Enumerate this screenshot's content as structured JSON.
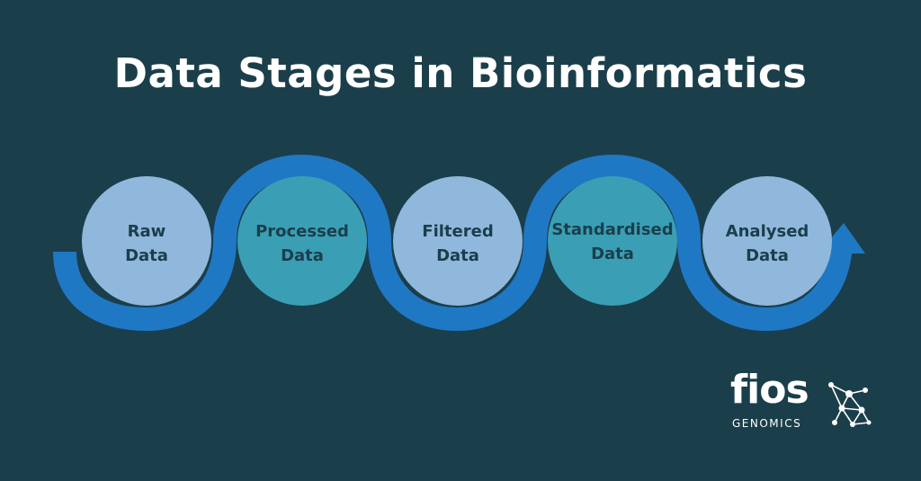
{
  "title": "Data Stages in Bioinformatics",
  "stages": [
    {
      "line1": "Raw",
      "line2": "Data"
    },
    {
      "line1": "Processed",
      "line2": "Data"
    },
    {
      "line1": "Filtered",
      "line2": "Data"
    },
    {
      "line1": "Standardised",
      "line2": "Data"
    },
    {
      "line1": "Analysed",
      "line2": "Data"
    }
  ],
  "logo": {
    "word": "fios",
    "sub": "GENOMICS"
  },
  "colors": {
    "background": "#1b3e4b",
    "wave": "#1f78c4",
    "light_circle": "#8fb8dc",
    "teal_circle": "#3a9fb5",
    "text_dark": "#1b3e4b"
  }
}
